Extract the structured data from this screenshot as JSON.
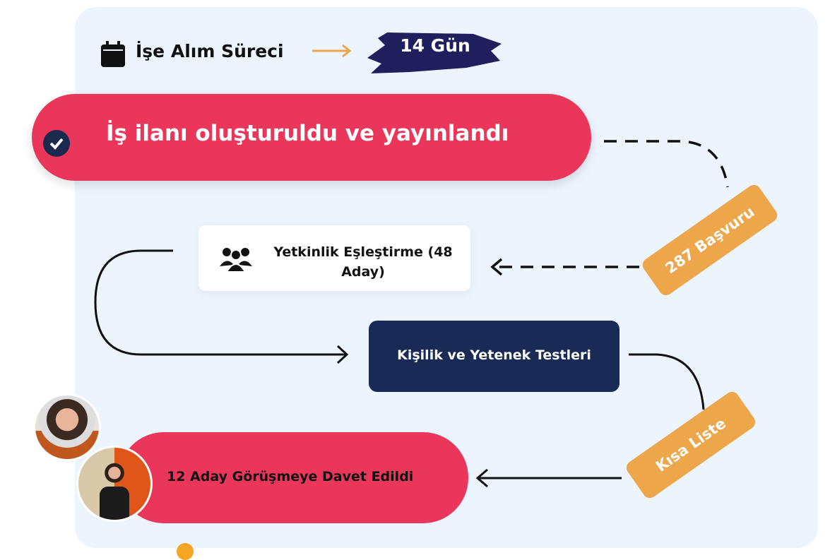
{
  "header": {
    "title": "İşe Alım Süreci",
    "duration": "14 Gün"
  },
  "steps": {
    "published": "İş ilanı oluşturuldu ve yayınlandı",
    "matching": "Yetkinlik Eşleştirme (48 Aday)",
    "tests": "Kişilik ve Yetenek Testleri",
    "interview": "12 Aday Görüşmeye Davet Edildi"
  },
  "tags": {
    "applications": "287 Başvuru",
    "shortlist": "Kısa Liste"
  },
  "colors": {
    "red": "#e9365a",
    "navy": "#1a2a56",
    "orange": "#eea64a",
    "panel": "#ecf4fe"
  }
}
